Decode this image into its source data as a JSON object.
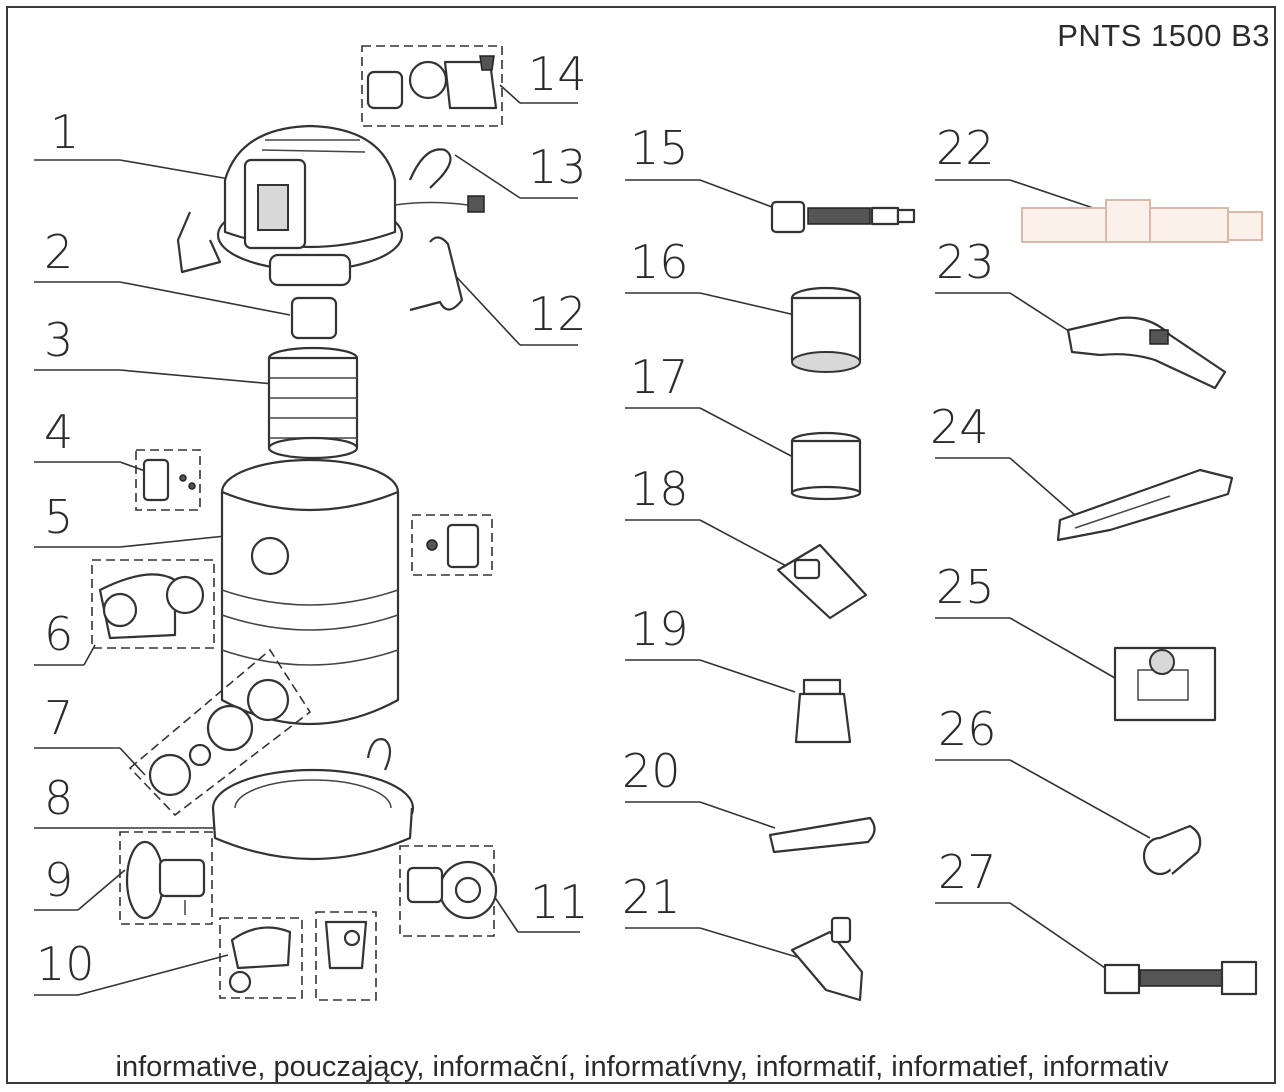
{
  "model": "PNTS 1500 B3",
  "footer": "informative, pouczający, informační, informatívny, informatif, informatief, informativ",
  "labels": [
    "1",
    "2",
    "3",
    "4",
    "5",
    "6",
    "7",
    "8",
    "9",
    "10",
    "11",
    "12",
    "13",
    "14",
    "15",
    "16",
    "17",
    "18",
    "19",
    "20",
    "21",
    "22",
    "23",
    "24",
    "25",
    "26",
    "27"
  ]
}
